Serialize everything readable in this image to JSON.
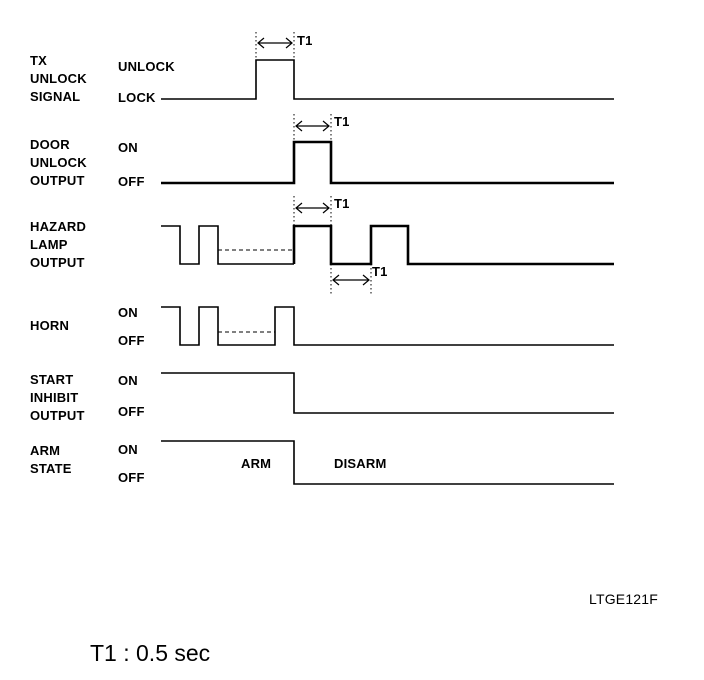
{
  "signals": [
    {
      "id": "tx",
      "name_lines": [
        "TX",
        "UNLOCK",
        "SIGNAL"
      ],
      "high_label": "UNLOCK",
      "low_label": "LOCK"
    },
    {
      "id": "door",
      "name_lines": [
        "DOOR",
        "UNLOCK",
        "OUTPUT"
      ],
      "high_label": "ON",
      "low_label": "OFF"
    },
    {
      "id": "hazard",
      "name_lines": [
        "HAZARD",
        "LAMP",
        "OUTPUT"
      ],
      "high_label": "",
      "low_label": ""
    },
    {
      "id": "horn",
      "name_lines": [
        "HORN"
      ],
      "high_label": "ON",
      "low_label": "OFF"
    },
    {
      "id": "start",
      "name_lines": [
        "START",
        "INHIBIT",
        "OUTPUT"
      ],
      "high_label": "ON",
      "low_label": "OFF"
    },
    {
      "id": "arm",
      "name_lines": [
        "ARM",
        "STATE"
      ],
      "high_label": "ON",
      "low_label": "OFF"
    }
  ],
  "state_labels": {
    "arm": "ARM",
    "disarm": "DISARM"
  },
  "interval_label": "T1",
  "figure_code": "LTGE121F",
  "footnote": "T1 : 0.5 sec"
}
